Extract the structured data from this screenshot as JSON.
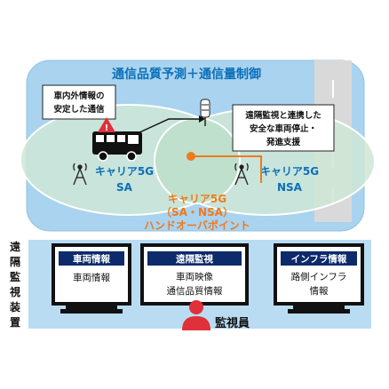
{
  "top_title": "通信品質予測＋通信量制御",
  "callout_left": [
    "車内外情報の",
    "安定した通信"
  ],
  "callout_right": [
    "遠隔監視と連携した",
    "安全な車両停止・",
    "発進支援"
  ],
  "zone_sa": [
    "キャリア5G",
    "SA"
  ],
  "zone_nsa": [
    "キャリア5G",
    "NSA"
  ],
  "handover": [
    "キャリア5G",
    "（SA・NSA）",
    "ハンドオーバポイント"
  ],
  "side_label": "遠隔監視装置",
  "monitors": [
    {
      "header": "車両情報",
      "lines": [
        "車両情報"
      ]
    },
    {
      "header": "遠隔監視",
      "lines": [
        "車両映像",
        "通信品質情報"
      ]
    },
    {
      "header": "インフラ情報",
      "lines": [
        "路側インフラ",
        "情報"
      ]
    }
  ],
  "operator_label": "監視員",
  "colors": {
    "sky_blue": "#a9d3ef",
    "ellipse_green": "#cfe6d6",
    "title_blue": "#0b6fb8",
    "orange": "#f07a1a",
    "navy": "#0d2a6b",
    "bar_blue": "#b9dcf2",
    "operator_red": "#e0303a"
  }
}
